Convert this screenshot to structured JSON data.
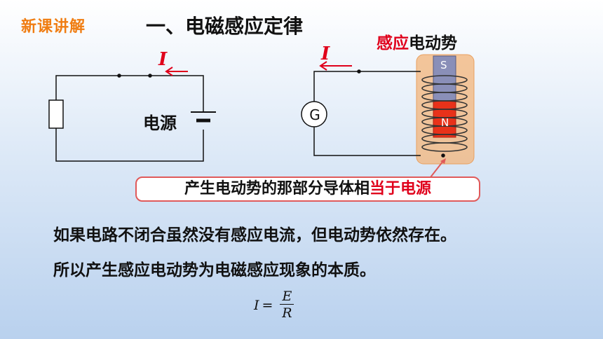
{
  "header": {
    "tag": "新课讲解",
    "title": "一、电磁感应定律"
  },
  "left_circuit": {
    "current_symbol": "I",
    "source_label": "电源"
  },
  "right_circuit": {
    "heading_highlight": "感应",
    "heading_rest": "电动势",
    "current_symbol": "I",
    "galvanometer_label": "G",
    "magnet_top": "S",
    "magnet_bottom": "N"
  },
  "callout": {
    "text": "产生电动势的那部分导体相",
    "highlight": "当于电源"
  },
  "body": {
    "line1": "如果电路不闭合虽然没有感应电流，但电动势依然存在。",
    "line2": "所以产生感应电动势为电磁感应现象的本质。"
  },
  "formula": {
    "lhs": "I",
    "equals": "=",
    "numerator": "E",
    "denominator": "R"
  },
  "colors": {
    "tag": "#f07d12",
    "accent_red": "#e0001b",
    "highlight_box": "#f3b47a",
    "magnet_s": "#8a8fb8",
    "magnet_n": "#e8321a"
  }
}
